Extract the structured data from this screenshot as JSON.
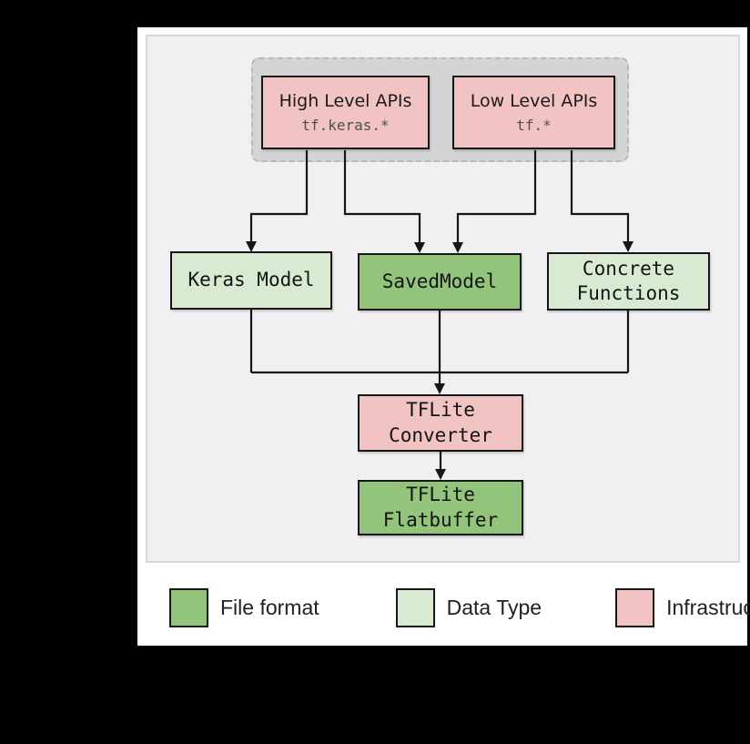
{
  "colors": {
    "file_format": "#92c47c",
    "data_type": "#d9ead3",
    "infrastructure": "#f2c3c3"
  },
  "api_group": {
    "high": {
      "title": "High Level APIs",
      "subtitle": "tf.keras.*"
    },
    "low": {
      "title": "Low Level APIs",
      "subtitle": "tf.*"
    }
  },
  "nodes": {
    "keras": {
      "label": "Keras Model"
    },
    "saved": {
      "label": "SavedModel"
    },
    "concrete": {
      "line1": "Concrete",
      "line2": "Functions"
    },
    "converter": {
      "line1": "TFLite",
      "line2": "Converter"
    },
    "flatbuffer": {
      "line1": "TFLite",
      "line2": "Flatbuffer"
    }
  },
  "legend": {
    "items": [
      {
        "label": "File format",
        "color": "#92c47c"
      },
      {
        "label": "Data Type",
        "color": "#d9ead3"
      },
      {
        "label": "Infrastructure",
        "color": "#f2c3c3"
      }
    ]
  }
}
